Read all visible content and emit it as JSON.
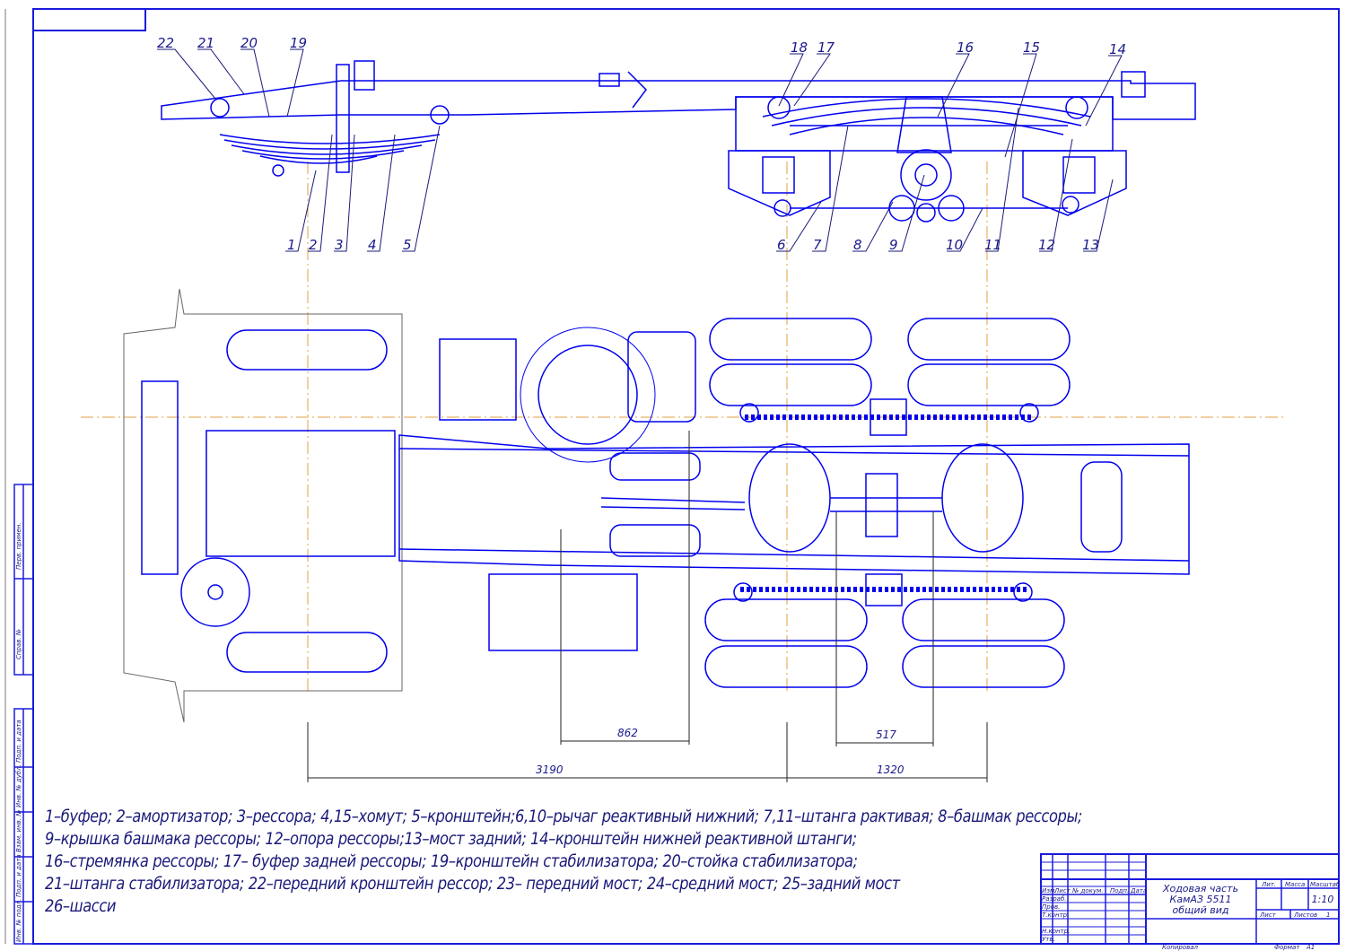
{
  "colors": {
    "line": "#0000ee",
    "axis": "#e0a040",
    "text": "#1a1a7a",
    "frame": "#1a1add"
  },
  "side_view": {
    "callouts_bottom_front": [
      "1",
      "2",
      "3",
      "4",
      "5"
    ],
    "callouts_top_front": [
      "22",
      "21",
      "20",
      "19"
    ],
    "callouts_top_rear": [
      "18",
      "17",
      "16",
      "15",
      "14"
    ],
    "callouts_bottom_rear": [
      "6",
      "7",
      "8",
      "9",
      "10",
      "11",
      "12",
      "13"
    ]
  },
  "dimensions": {
    "d862": "862",
    "d517": "517",
    "d3190": "3190",
    "d1320": "1320"
  },
  "legend": [
    "1–буфер; 2–амортизатор; 3–рессора; 4,15–хомут; 5–кронштейн;6,10–рычаг реактивный нижний; 7,11–штанга рактивая; 8–башмак рессоры;",
    "9–крышка башмака рессоры; 12–опора рессоры;13–мост задний; 14–кронштейн нижней реактивной штанги;",
    "16–стремянка рессоры; 17– буфер задней рессоры; 19–кронштейн стабилизатора; 20–стойка стабилизатора;",
    "21–штанга стабилизатора; 22–передний кронштейн рессор; 23– передний мост; 24–средний мост; 25–задний мост",
    "26–шасси"
  ],
  "side_stamp": [
    "Перв. примен.",
    "Справ. №",
    "Подп. и дата",
    "Инв. № дубл.",
    "Взам. инв. №",
    "Подп. и дата",
    "Инв. № подл."
  ],
  "title_block": {
    "title_line1": "Ходовая часть",
    "title_line2": "КамАЗ 5511",
    "title_line3": "общий вид",
    "col_headers": [
      "Изм.",
      "Лист",
      "№ докум.",
      "Подп.",
      "Дата"
    ],
    "row_labels": [
      "Разраб.",
      "Пров.",
      "Т.контр.",
      "Н.контр.",
      "Утв."
    ],
    "lit": "Лит.",
    "mass": "Масса",
    "scale_label": "Масштаб",
    "scale": "1:10",
    "sheet": "Лист",
    "sheets": "Листов",
    "sheets_count": "1",
    "copied": "Копировал",
    "format_label": "Формат",
    "format": "А1"
  }
}
